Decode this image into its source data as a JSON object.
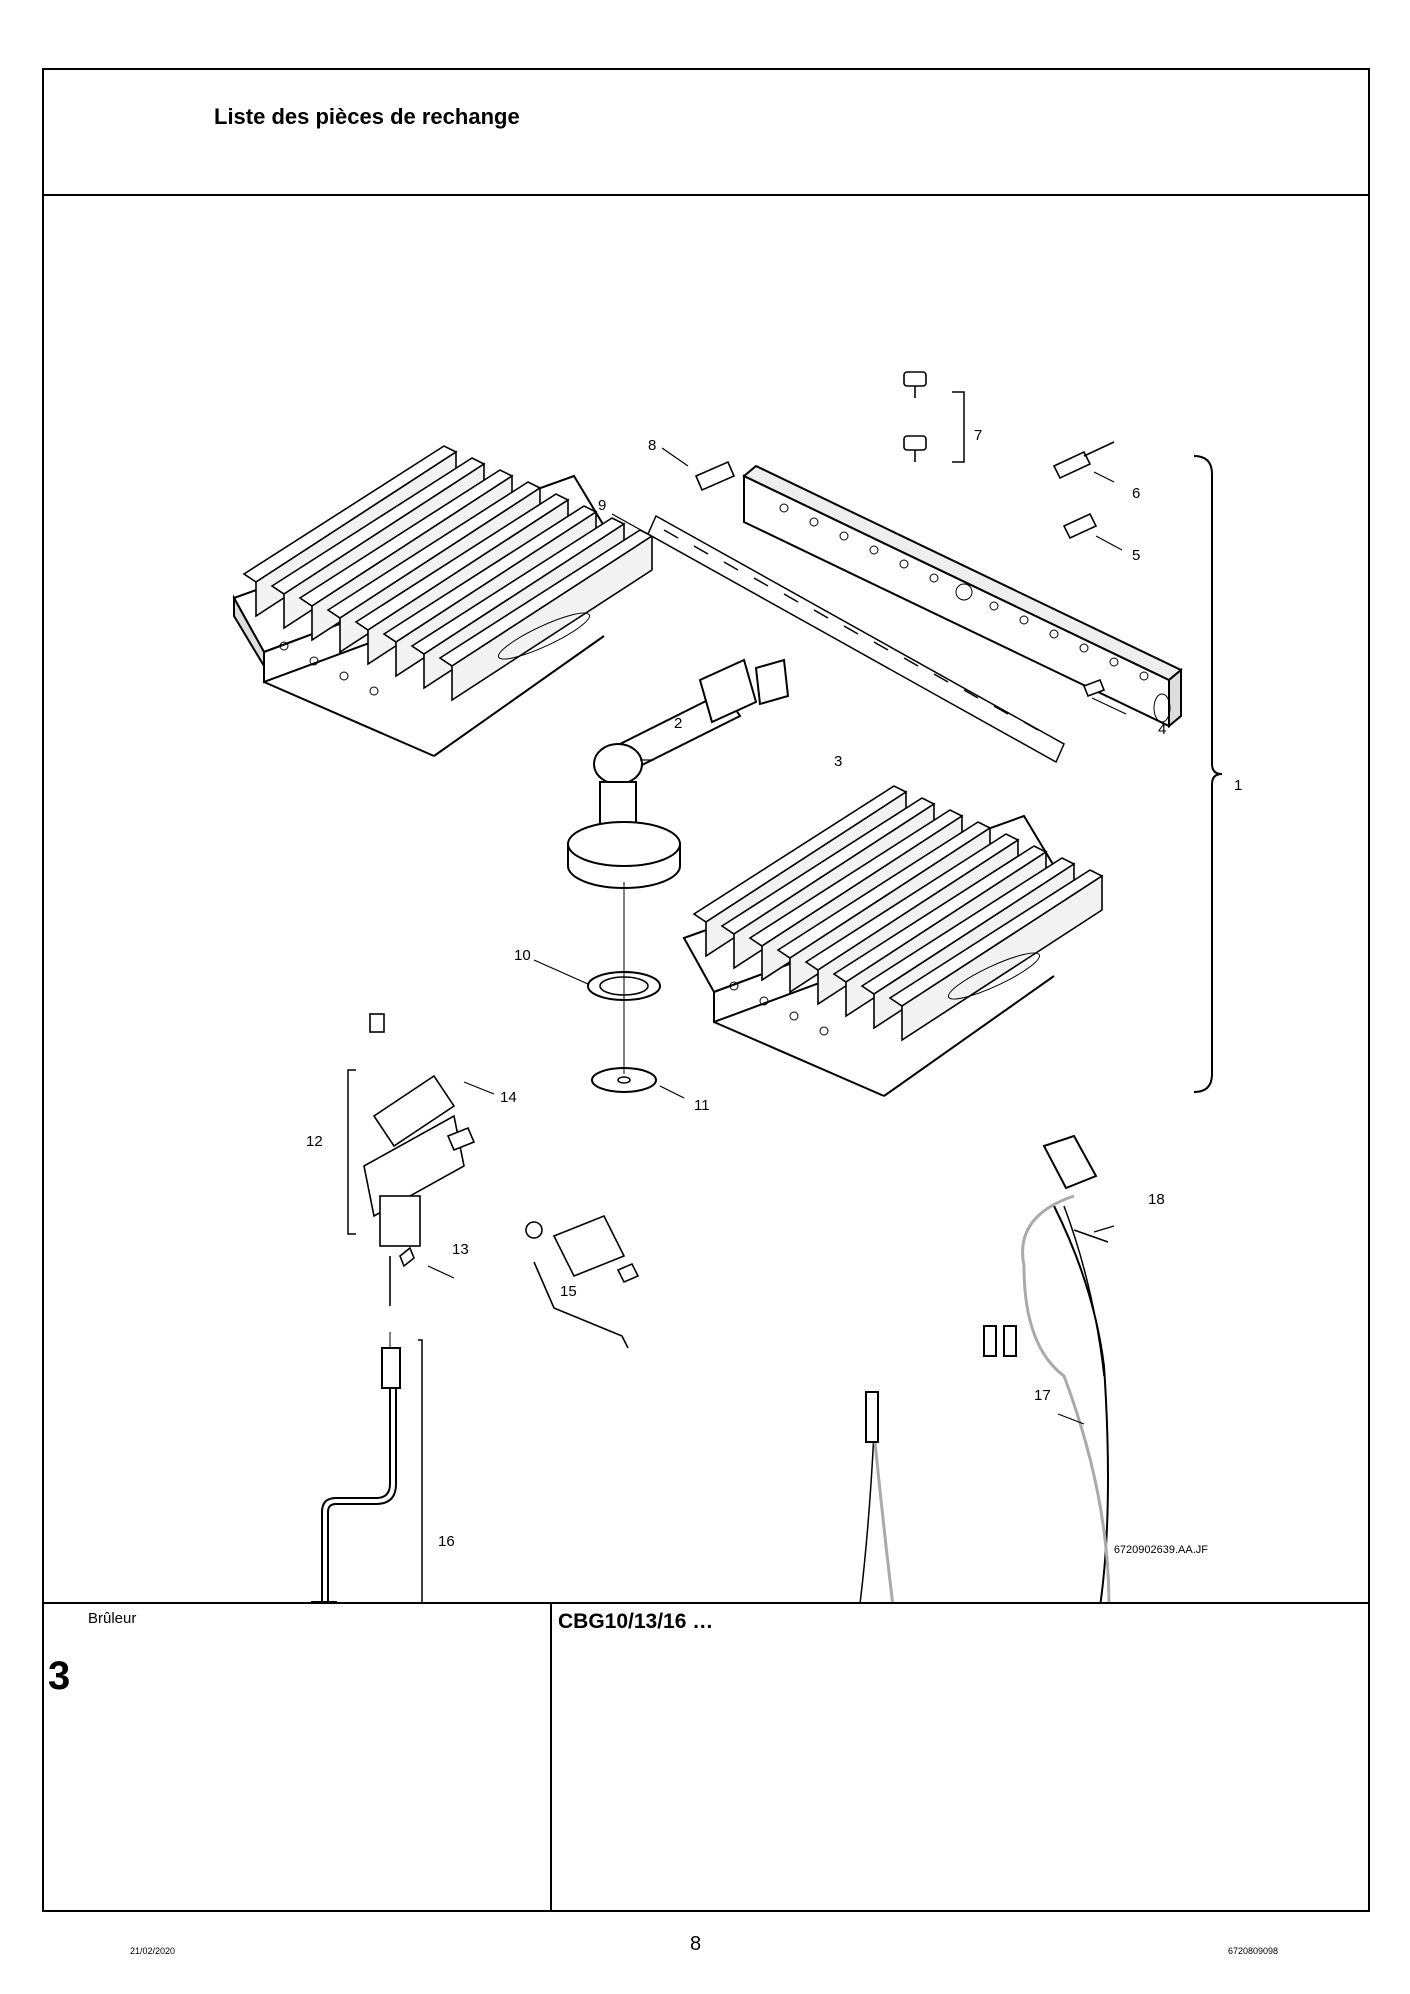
{
  "header": {
    "title": "Liste des pièces de rechange"
  },
  "drawing": {
    "reference": "6720902639.AA.JF",
    "callouts": [
      "1",
      "2",
      "3",
      "4",
      "5",
      "6",
      "7",
      "8",
      "9",
      "10",
      "11",
      "12",
      "13",
      "14",
      "15",
      "16",
      "17",
      "18"
    ]
  },
  "footer": {
    "section_name": "Brûleur",
    "section_number": "3",
    "model": "CBG10/13/16 …"
  },
  "page": {
    "date": "21/02/2020",
    "number": "8",
    "document_number": "6720809098"
  }
}
